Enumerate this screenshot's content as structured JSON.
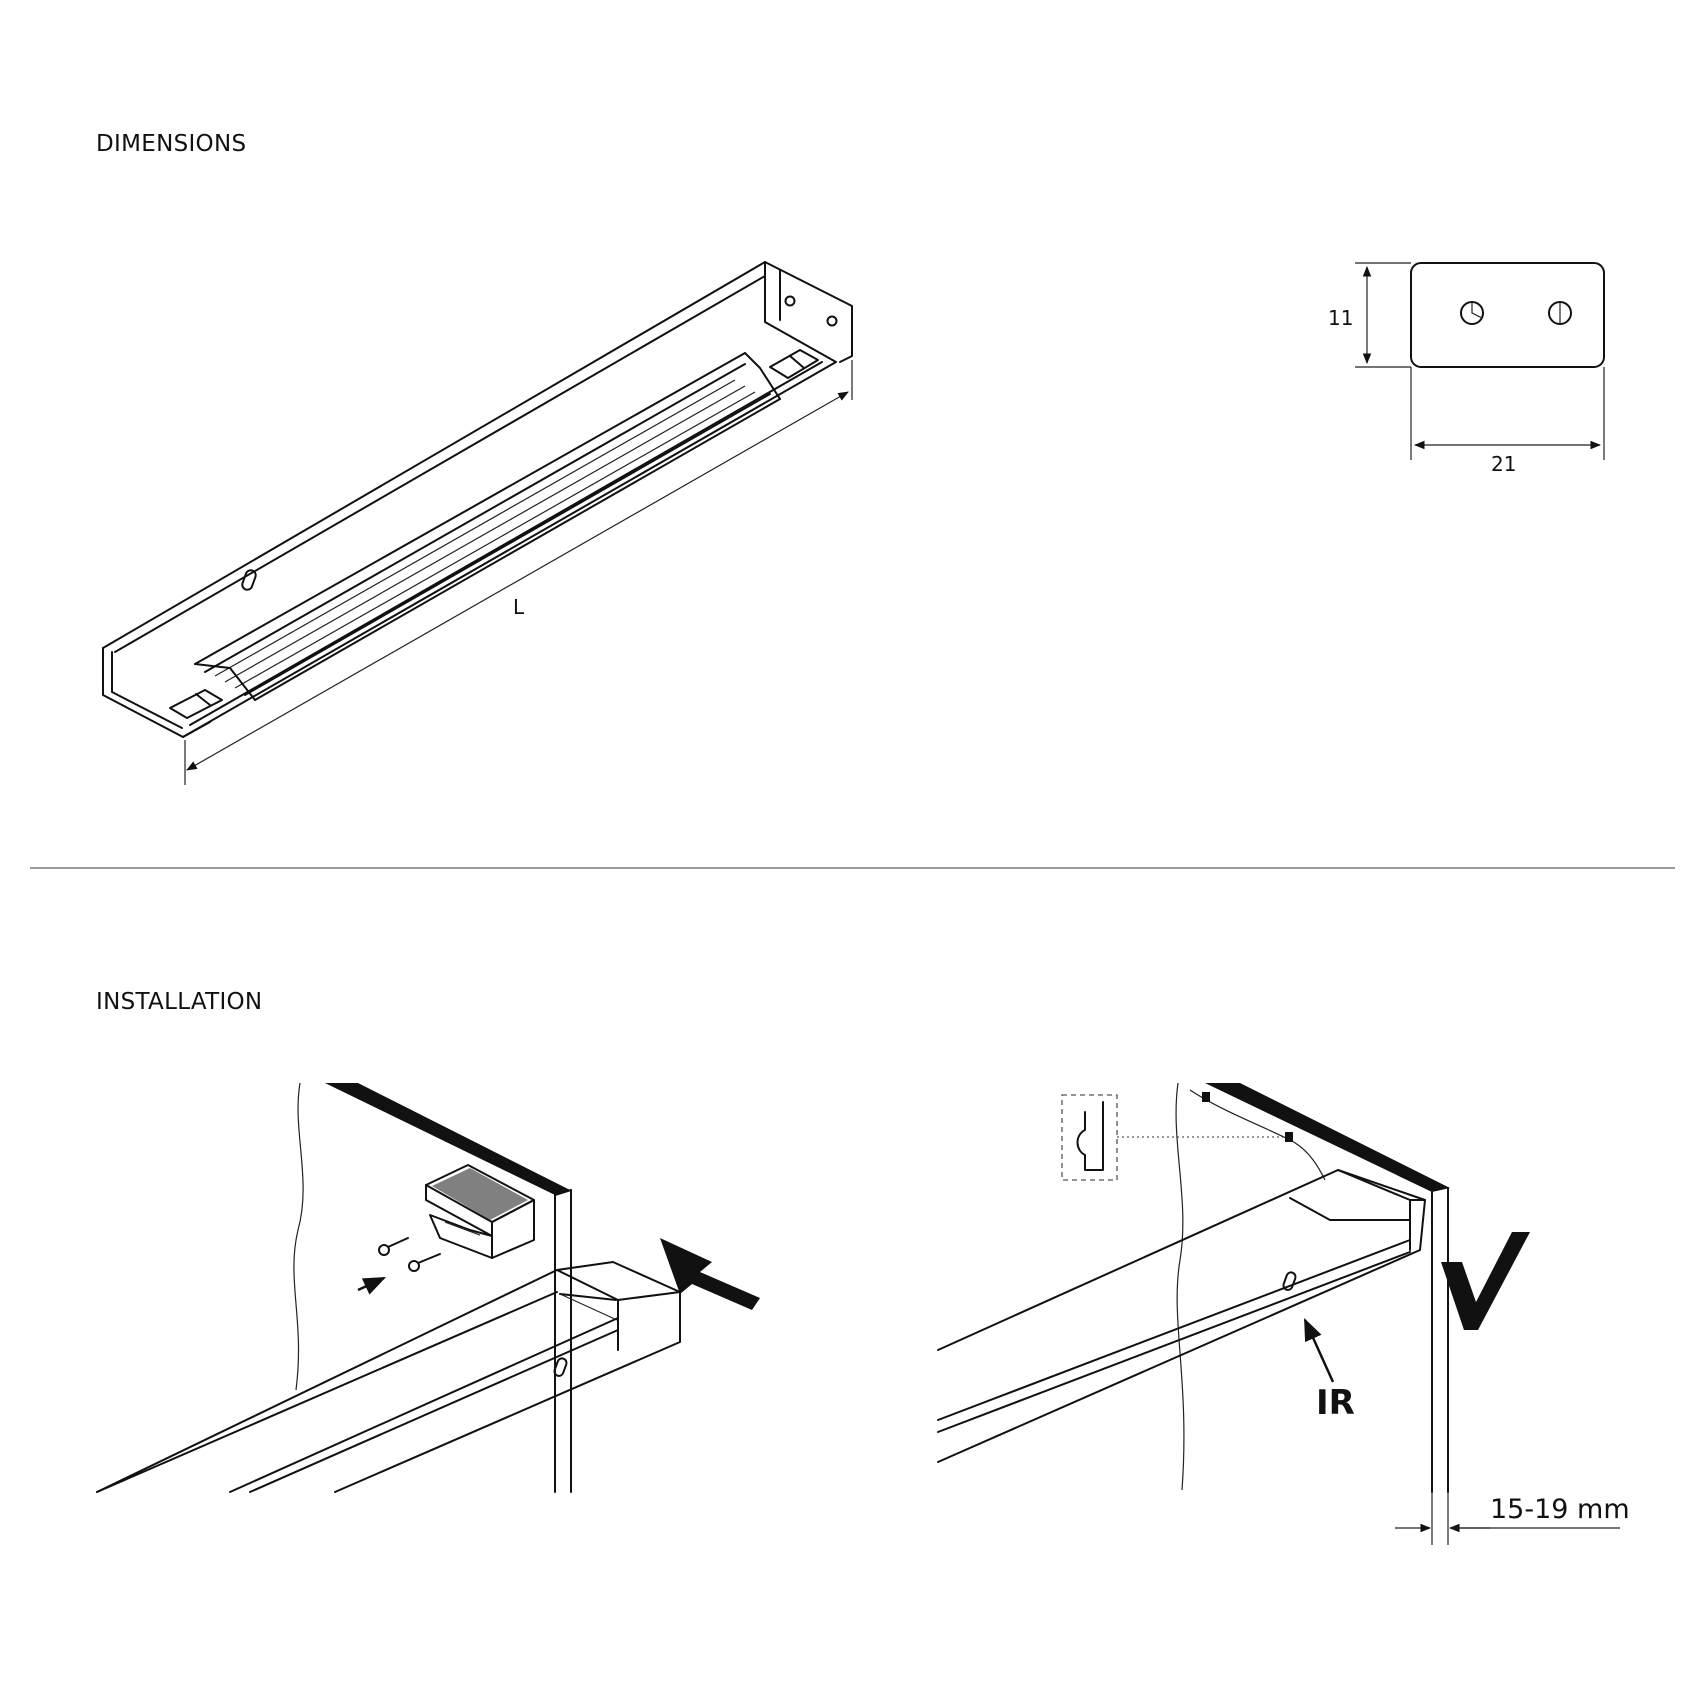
{
  "sections": {
    "dimensions": "DIMENSIONS",
    "installation": "INSTALLATION"
  },
  "dimensions": {
    "length_label": "L",
    "height_label": "11",
    "width_label": "21"
  },
  "installation": {
    "sensor_label": "IR",
    "thickness_label": "15-19 mm"
  }
}
